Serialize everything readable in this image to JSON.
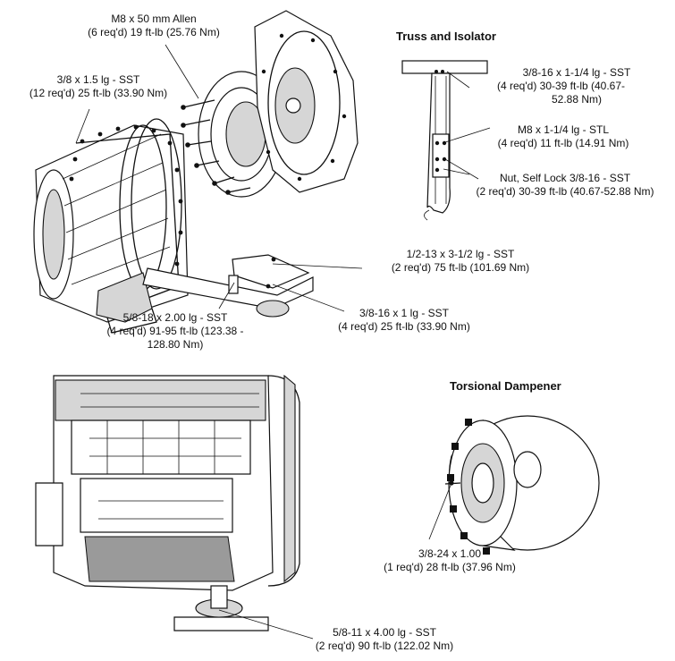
{
  "titles": {
    "truss_isolator": "Truss and Isolator",
    "torsional_dampener": "Torsional Dampener"
  },
  "callouts": {
    "m8_50_allen": {
      "line1": "M8 x 50 mm Allen",
      "line2": "(6 req'd) 19 ft-lb (25.76 Nm)"
    },
    "sst_3_8_1_5": {
      "line1": "3/8 x 1.5 lg - SST",
      "line2": "(12 req'd) 25 ft-lb (33.90 Nm)"
    },
    "truss_3_8_16_1_25": {
      "line1": "3/8-16 x 1-1/4 lg - SST",
      "line2": "(4 req'd) 30-39 ft-lb (40.67-",
      "line3": "52.88 Nm)"
    },
    "truss_m8_1_25": {
      "line1": "M8 x 1-1/4 lg - STL",
      "line2": "(4 req'd) 11 ft-lb (14.91 Nm)"
    },
    "truss_nut": {
      "line1": "Nut, Self Lock 3/8-16 - SST",
      "line2": "(2 req'd) 30-39 ft-lb (40.67-52.88 Nm)"
    },
    "sst_1_2_13": {
      "line1": "1/2-13 x 3-1/2 lg - SST",
      "line2": "(2 req'd) 75 ft-lb (101.69 Nm)"
    },
    "sst_3_8_16_1": {
      "line1": "3/8-16 x 1 lg - SST",
      "line2": "(4 req'd) 25 ft-lb (33.90 Nm)"
    },
    "sst_5_8_18": {
      "line1": "5/8-18 x 2.00 lg - SST",
      "line2": "(4 req'd) 91-95 ft-lb (123.38 -",
      "line3": "128.80 Nm)"
    },
    "damper_3_8_24": {
      "line1": "3/8-24 x 1.00",
      "line2": "(1 req'd) 28 ft-lb (37.96 Nm)"
    },
    "sst_5_8_11": {
      "line1": "5/8-11 x 4.00 lg - SST",
      "line2": "(2 req'd) 90 ft-lb (122.02 Nm)"
    }
  }
}
